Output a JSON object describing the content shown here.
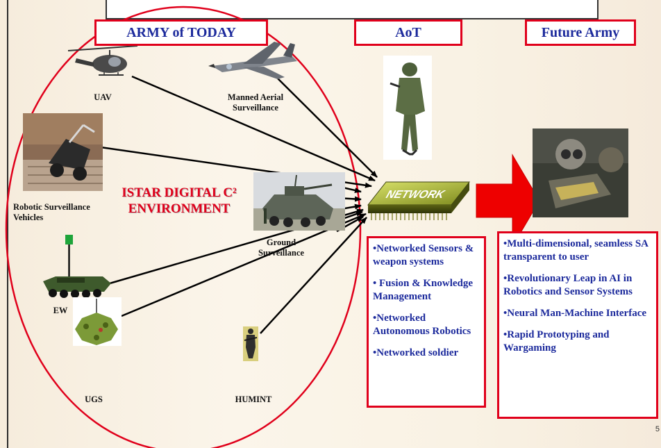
{
  "headers": {
    "army_today": "ARMY of TODAY",
    "aot": "AoT",
    "future_army": "Future Army"
  },
  "assets": {
    "uav": "UAV",
    "manned_aerial": "Manned Aerial Surveillance",
    "robotic": "Robotic Surveillance Vehicles",
    "ground": "Ground Surveillance",
    "ew": "EW",
    "ugs": "UGS",
    "humint": "HUMINT"
  },
  "center_label": {
    "line1": "ISTAR DIGITAL C²",
    "line2": "ENVIRONMENT"
  },
  "network_chip_label": "NETWORK",
  "aot_panel": [
    "•Networked Sensors & weapon systems",
    "• Fusion & Knowledge Management",
    "•Networked Autonomous Robotics",
    "•Networked soldier"
  ],
  "future_panel": [
    "•Multi-dimensional, seamless SA transparent to user",
    "•Revolutionary Leap in AI in Robotics and Sensor Systems",
    "•Neural Man-Machine Interface",
    "•Rapid Prototyping and Wargaming"
  ],
  "page_number": "5",
  "colors": {
    "accent_red": "#e0001b",
    "header_blue": "#1c2a9c"
  }
}
